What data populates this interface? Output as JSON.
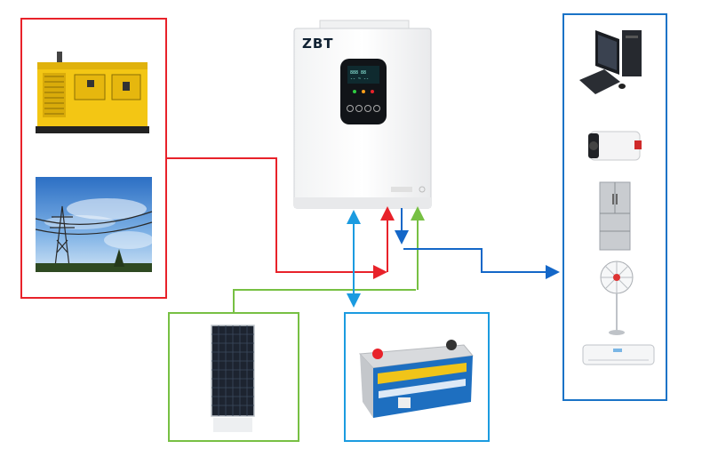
{
  "inverter": {
    "brand": "ZBT"
  },
  "colors": {
    "ac_input": "#e8222a",
    "pv_input": "#77c043",
    "battery": "#1b9be0",
    "ac_output": "#1467c8",
    "loads_frame": "#1a73c7"
  },
  "icons": {
    "inputs": [
      "diesel-generator",
      "power-grid"
    ],
    "pv": "solar-panel",
    "storage": "battery",
    "loads": [
      "desktop-computer",
      "security-camera",
      "refrigerator",
      "stand-fan",
      "air-conditioner"
    ]
  }
}
